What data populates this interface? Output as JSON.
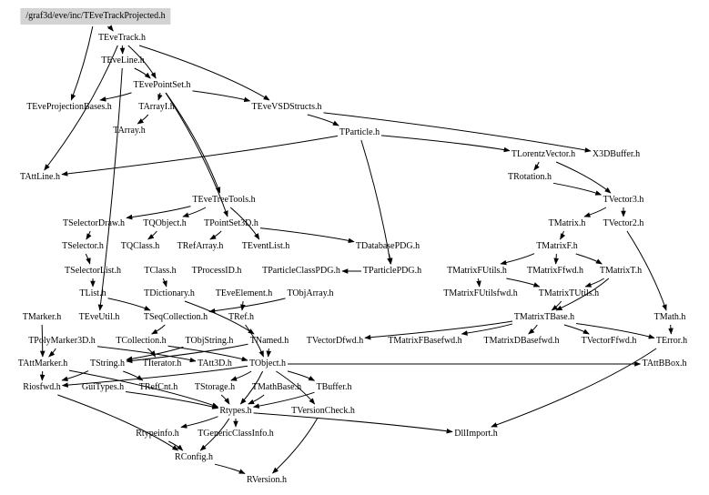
{
  "root": "/graf3d/eve/inc/TEveTrackProjected.h",
  "nodes": [
    {
      "id": "root",
      "label": "/graf3d/eve/inc/TEveTrackProjected.h"
    },
    {
      "id": "TEveTrack",
      "label": "TEveTrack.h"
    },
    {
      "id": "TEveLine",
      "label": "TEveLine.h"
    },
    {
      "id": "TEvePointSet",
      "label": "TEvePointSet.h"
    },
    {
      "id": "TEveProjectionBases",
      "label": "TEveProjectionBases.h"
    },
    {
      "id": "TArrayI",
      "label": "TArrayI.h"
    },
    {
      "id": "TEveVSDStructs",
      "label": "TEveVSDStructs.h"
    },
    {
      "id": "TArray",
      "label": "TArray.h"
    },
    {
      "id": "TParticle",
      "label": "TParticle.h"
    },
    {
      "id": "TLorentzVector",
      "label": "TLorentzVector.h"
    },
    {
      "id": "X3DBuffer",
      "label": "X3DBuffer.h"
    },
    {
      "id": "TAttLine",
      "label": "TAttLine.h"
    },
    {
      "id": "TRotation",
      "label": "TRotation.h"
    },
    {
      "id": "TEveTreeTools",
      "label": "TEveTreeTools.h"
    },
    {
      "id": "TVector3",
      "label": "TVector3.h"
    },
    {
      "id": "TSelectorDraw",
      "label": "TSelectorDraw.h"
    },
    {
      "id": "TQObject",
      "label": "TQObject.h"
    },
    {
      "id": "TPointSet3D",
      "label": "TPointSet3D.h"
    },
    {
      "id": "TMatrix",
      "label": "TMatrix.h"
    },
    {
      "id": "TVector2",
      "label": "TVector2.h"
    },
    {
      "id": "TSelector",
      "label": "TSelector.h"
    },
    {
      "id": "TQClass",
      "label": "TQClass.h"
    },
    {
      "id": "TRefArray",
      "label": "TRefArray.h"
    },
    {
      "id": "TEventList",
      "label": "TEventList.h"
    },
    {
      "id": "TDatabasePDG",
      "label": "TDatabasePDG.h"
    },
    {
      "id": "TMatrixF",
      "label": "TMatrixF.h"
    },
    {
      "id": "TSelectorList",
      "label": "TSelectorList.h"
    },
    {
      "id": "TClass",
      "label": "TClass.h"
    },
    {
      "id": "TProcessID",
      "label": "TProcessID.h"
    },
    {
      "id": "TParticleClassPDG",
      "label": "TParticleClassPDG.h"
    },
    {
      "id": "TParticlePDG",
      "label": "TParticlePDG.h"
    },
    {
      "id": "TMatrixFUtils",
      "label": "TMatrixFUtils.h"
    },
    {
      "id": "TMatrixFfwd",
      "label": "TMatrixFfwd.h"
    },
    {
      "id": "TMatrixT",
      "label": "TMatrixT.h"
    },
    {
      "id": "TList",
      "label": "TList.h"
    },
    {
      "id": "TDictionary",
      "label": "TDictionary.h"
    },
    {
      "id": "TEveElement",
      "label": "TEveElement.h"
    },
    {
      "id": "TObjArray",
      "label": "TObjArray.h"
    },
    {
      "id": "TMatrixFUtilsfwd",
      "label": "TMatrixFUtilsfwd.h"
    },
    {
      "id": "TMatrixTUtils",
      "label": "TMatrixTUtils.h"
    },
    {
      "id": "TMarker",
      "label": "TMarker.h"
    },
    {
      "id": "TEveUtil",
      "label": "TEveUtil.h"
    },
    {
      "id": "TSeqCollection",
      "label": "TSeqCollection.h"
    },
    {
      "id": "TRef",
      "label": "TRef.h"
    },
    {
      "id": "TMatrixTBase",
      "label": "TMatrixTBase.h"
    },
    {
      "id": "TMath",
      "label": "TMath.h"
    },
    {
      "id": "TPolyMarker3D",
      "label": "TPolyMarker3D.h"
    },
    {
      "id": "TCollection",
      "label": "TCollection.h"
    },
    {
      "id": "TObjString",
      "label": "TObjString.h"
    },
    {
      "id": "TNamed",
      "label": "TNamed.h"
    },
    {
      "id": "TVectorDfwd",
      "label": "TVectorDfwd.h"
    },
    {
      "id": "TMatrixFBasefwd",
      "label": "TMatrixFBasefwd.h"
    },
    {
      "id": "TMatrixDBasefwd",
      "label": "TMatrixDBasefwd.h"
    },
    {
      "id": "TVectorFfwd",
      "label": "TVectorFfwd.h"
    },
    {
      "id": "TError",
      "label": "TError.h"
    },
    {
      "id": "TAttMarker",
      "label": "TAttMarker.h"
    },
    {
      "id": "TString",
      "label": "TString.h"
    },
    {
      "id": "TIterator",
      "label": "TIterator.h"
    },
    {
      "id": "TAtt3D",
      "label": "TAtt3D.h"
    },
    {
      "id": "TObject",
      "label": "TObject.h"
    },
    {
      "id": "TAttBBox",
      "label": "TAttBBox.h"
    },
    {
      "id": "Riosfwd",
      "label": "Riosfwd.h"
    },
    {
      "id": "GuiTypes",
      "label": "GuiTypes.h"
    },
    {
      "id": "TRefCnt",
      "label": "TRefCnt.h"
    },
    {
      "id": "TStorage",
      "label": "TStorage.h"
    },
    {
      "id": "TMathBase",
      "label": "TMathBase.h"
    },
    {
      "id": "TBuffer",
      "label": "TBuffer.h"
    },
    {
      "id": "Rtypes",
      "label": "Rtypes.h"
    },
    {
      "id": "TVersionCheck",
      "label": "TVersionCheck.h"
    },
    {
      "id": "DllImport",
      "label": "DllImport.h"
    },
    {
      "id": "Rtypeinfo",
      "label": "Rtypeinfo.h"
    },
    {
      "id": "TGenericClassInfo",
      "label": "TGenericClassInfo.h"
    },
    {
      "id": "RConfig",
      "label": "RConfig.h"
    },
    {
      "id": "RVersion",
      "label": "RVersion.h"
    }
  ],
  "edges": [
    [
      "root",
      "TEveTrack"
    ],
    [
      "root",
      "TEveProjectionBases"
    ],
    [
      "TEveTrack",
      "TEveLine"
    ],
    [
      "TEveTrack",
      "TEveVSDStructs"
    ],
    [
      "TEveTrack",
      "TEvePointSet"
    ],
    [
      "TEveTrack",
      "TAttLine"
    ],
    [
      "TEveLine",
      "TEvePointSet"
    ],
    [
      "TEveLine",
      "TEveUtil"
    ],
    [
      "TEvePointSet",
      "TArrayI"
    ],
    [
      "TEvePointSet",
      "TEveProjectionBases"
    ],
    [
      "TEvePointSet",
      "TEveVSDStructs"
    ],
    [
      "TEvePointSet",
      "TEveTreeTools"
    ],
    [
      "TEvePointSet",
      "TPointSet3D"
    ],
    [
      "TEveVSDStructs",
      "TParticle"
    ],
    [
      "TEveVSDStructs",
      "X3DBuffer"
    ],
    [
      "TArrayI",
      "TArray"
    ],
    [
      "TParticle",
      "TLorentzVector"
    ],
    [
      "TParticle",
      "TAttLine"
    ],
    [
      "TParticle",
      "TParticlePDG"
    ],
    [
      "TLorentzVector",
      "TRotation"
    ],
    [
      "TLorentzVector",
      "TVector3"
    ],
    [
      "TRotation",
      "TVector3"
    ],
    [
      "TVector3",
      "TMatrix"
    ],
    [
      "TVector3",
      "TVector2"
    ],
    [
      "TMatrix",
      "TMatrixF"
    ],
    [
      "TVector2",
      "TMath"
    ],
    [
      "TMatrixF",
      "TMatrixFUtils"
    ],
    [
      "TMatrixF",
      "TMatrixFfwd"
    ],
    [
      "TMatrixF",
      "TMatrixT"
    ],
    [
      "TMatrixFUtils",
      "TMatrixFUtilsfwd"
    ],
    [
      "TMatrixFUtils",
      "TMatrixTUtils"
    ],
    [
      "TMatrixT",
      "TMatrixTUtils"
    ],
    [
      "TMatrixT",
      "TMatrixTBase"
    ],
    [
      "TMatrixTUtils",
      "TMatrixTBase"
    ],
    [
      "TMatrixTBase",
      "TVectorDfwd"
    ],
    [
      "TMatrixTBase",
      "TMatrixFBasefwd"
    ],
    [
      "TMatrixTBase",
      "TMatrixDBasefwd"
    ],
    [
      "TMatrixTBase",
      "TVectorFfwd"
    ],
    [
      "TMatrixTBase",
      "TError"
    ],
    [
      "TMath",
      "TError"
    ],
    [
      "TEveTreeTools",
      "TSelectorDraw"
    ],
    [
      "TEveTreeTools",
      "TQObject"
    ],
    [
      "TEveTreeTools",
      "TEventList"
    ],
    [
      "TSelectorDraw",
      "TSelector"
    ],
    [
      "TQObject",
      "TQClass"
    ],
    [
      "TPointSet3D",
      "TRefArray"
    ],
    [
      "TPointSet3D",
      "TDatabasePDG"
    ],
    [
      "TDatabasePDG",
      "TParticlePDG"
    ],
    [
      "TParticlePDG",
      "TParticleClassPDG"
    ],
    [
      "TSelector",
      "TSelectorList"
    ],
    [
      "TSelectorList",
      "TList"
    ],
    [
      "TList",
      "TSeqCollection"
    ],
    [
      "TClass",
      "TDictionary"
    ],
    [
      "TDictionary",
      "TNamed"
    ],
    [
      "TEveElement",
      "TRef"
    ],
    [
      "TObjArray",
      "TSeqCollection"
    ],
    [
      "TSeqCollection",
      "TCollection"
    ],
    [
      "TRef",
      "TObject"
    ],
    [
      "TMarker",
      "TAttMarker"
    ],
    [
      "TPolyMarker3D",
      "TAttMarker"
    ],
    [
      "TPolyMarker3D",
      "TAtt3D"
    ],
    [
      "TCollection",
      "TIterator"
    ],
    [
      "TCollection",
      "TObject"
    ],
    [
      "TObjString",
      "TString"
    ],
    [
      "TNamed",
      "TObject"
    ],
    [
      "TNamed",
      "TString"
    ],
    [
      "TAttMarker",
      "Riosfwd"
    ],
    [
      "TAttMarker",
      "Rtypes"
    ],
    [
      "TString",
      "TRefCnt"
    ],
    [
      "TString",
      "Riosfwd"
    ],
    [
      "TObject",
      "TStorage"
    ],
    [
      "TObject",
      "TBuffer"
    ],
    [
      "TObject",
      "Rtypes"
    ],
    [
      "TObject",
      "TVersionCheck"
    ],
    [
      "TObject",
      "Riosfwd"
    ],
    [
      "TObject",
      "TAttBBox"
    ],
    [
      "TStorage",
      "Rtypes"
    ],
    [
      "TMathBase",
      "Rtypes"
    ],
    [
      "TBuffer",
      "Rtypes"
    ],
    [
      "GuiTypes",
      "Rtypes"
    ],
    [
      "Rtypes",
      "Rtypeinfo"
    ],
    [
      "Rtypes",
      "TGenericClassInfo"
    ],
    [
      "Rtypes",
      "RConfig"
    ],
    [
      "Rtypes",
      "DllImport"
    ],
    [
      "Rtypeinfo",
      "RConfig"
    ],
    [
      "Riosfwd",
      "RConfig"
    ],
    [
      "RConfig",
      "RVersion"
    ],
    [
      "TVersionCheck",
      "RVersion"
    ],
    [
      "TError",
      "DllImport"
    ]
  ]
}
